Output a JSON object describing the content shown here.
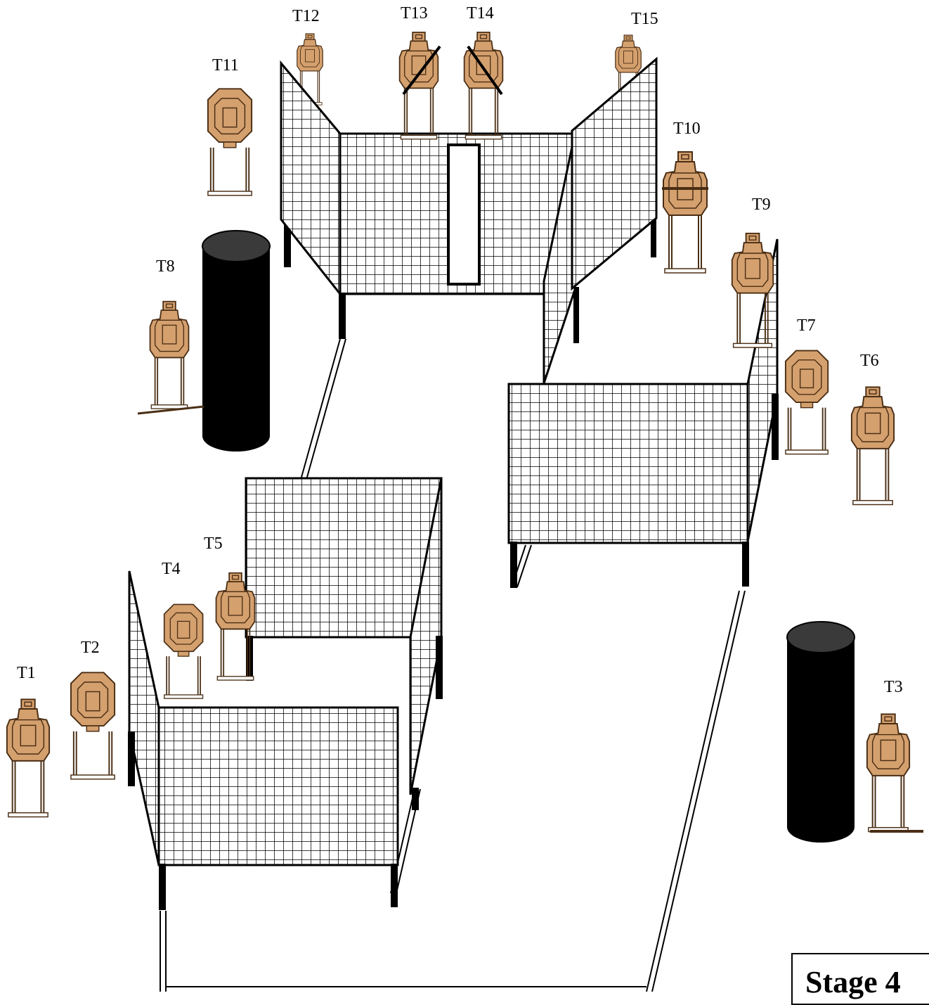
{
  "stage_title": "Stage 4",
  "colors": {
    "target_fill": "#d4a06e",
    "target_stroke": "#4a2e14",
    "barrel_fill": "#000000",
    "barrel_top": "#3a3a3a",
    "wall_line": "#000000",
    "background": "#ffffff"
  },
  "targets": [
    {
      "id": "t1",
      "label": "T1",
      "type": "silhouette-target",
      "no_shoot": false
    },
    {
      "id": "t2",
      "label": "T2",
      "type": "octagon-target",
      "no_shoot": false
    },
    {
      "id": "t3",
      "label": "T3",
      "type": "silhouette-target",
      "no_shoot": false
    },
    {
      "id": "t4",
      "label": "T4",
      "type": "octagon-target",
      "no_shoot": false
    },
    {
      "id": "t5",
      "label": "T5",
      "type": "silhouette-target",
      "no_shoot": false
    },
    {
      "id": "t6",
      "label": "T6",
      "type": "silhouette-target",
      "no_shoot": false
    },
    {
      "id": "t7",
      "label": "T7",
      "type": "octagon-target",
      "no_shoot": false
    },
    {
      "id": "t8",
      "label": "T8",
      "type": "silhouette-target",
      "no_shoot": false
    },
    {
      "id": "t9",
      "label": "T9",
      "type": "silhouette-target",
      "no_shoot": false
    },
    {
      "id": "t10",
      "label": "T10",
      "type": "silhouette-target",
      "no_shoot": false
    },
    {
      "id": "t11",
      "label": "T11",
      "type": "octagon-target",
      "no_shoot": false
    },
    {
      "id": "t12",
      "label": "T12",
      "type": "silhouette-target",
      "no_shoot": false
    },
    {
      "id": "t13",
      "label": "T13",
      "type": "silhouette-target",
      "no_shoot": true
    },
    {
      "id": "t14",
      "label": "T14",
      "type": "silhouette-target",
      "no_shoot": true
    },
    {
      "id": "t15",
      "label": "T15",
      "type": "silhouette-target",
      "no_shoot": false
    }
  ]
}
